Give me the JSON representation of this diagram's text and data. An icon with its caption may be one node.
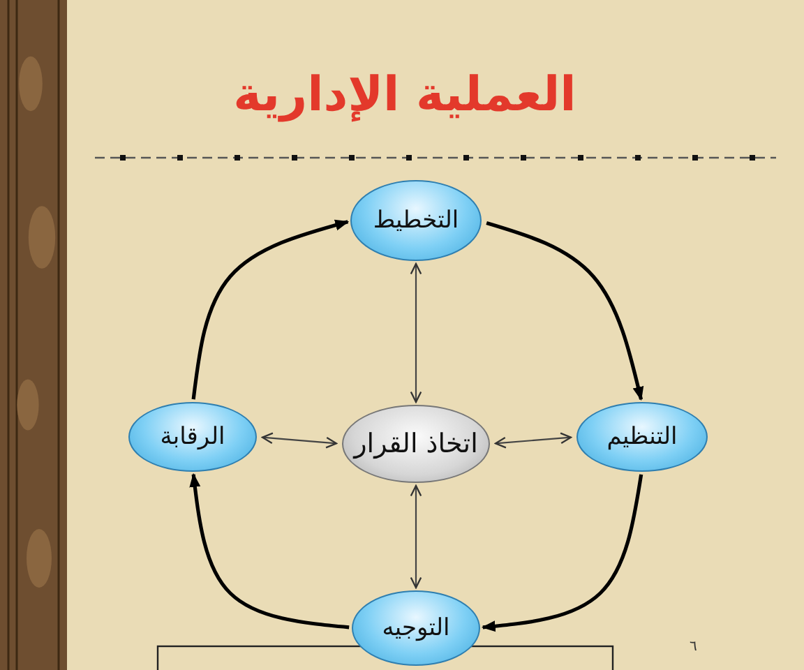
{
  "diagram": {
    "title": "العملية الإدارية",
    "nodes": [
      {
        "text": [
          "التخطيط"
        ]
      },
      {
        "text": [
          "الرقابة"
        ]
      },
      {
        "text": [
          "اتخاذ القرار"
        ]
      },
      {
        "text": [
          "التنظيم"
        ]
      },
      {
        "text": [
          "التوجيه"
        ]
      }
    ],
    "edges": [
      {
        "from": 0,
        "to": 3,
        "arrow": "to",
        "style": "thick"
      },
      {
        "from": 3,
        "to": 4,
        "arrow": "to",
        "style": "thick"
      },
      {
        "from": 4,
        "to": 1,
        "arrow": "to",
        "style": "thick"
      },
      {
        "from": 1,
        "to": 0,
        "arrow": "to",
        "style": "thick"
      },
      {
        "from": 2,
        "to": 0,
        "arrow": "both"
      },
      {
        "from": 2,
        "to": 1,
        "arrow": "both"
      },
      {
        "from": 2,
        "to": 3,
        "arrow": "both"
      },
      {
        "from": 2,
        "to": 4,
        "arrow": "both"
      }
    ],
    "labels": [
      "٦"
    ]
  }
}
